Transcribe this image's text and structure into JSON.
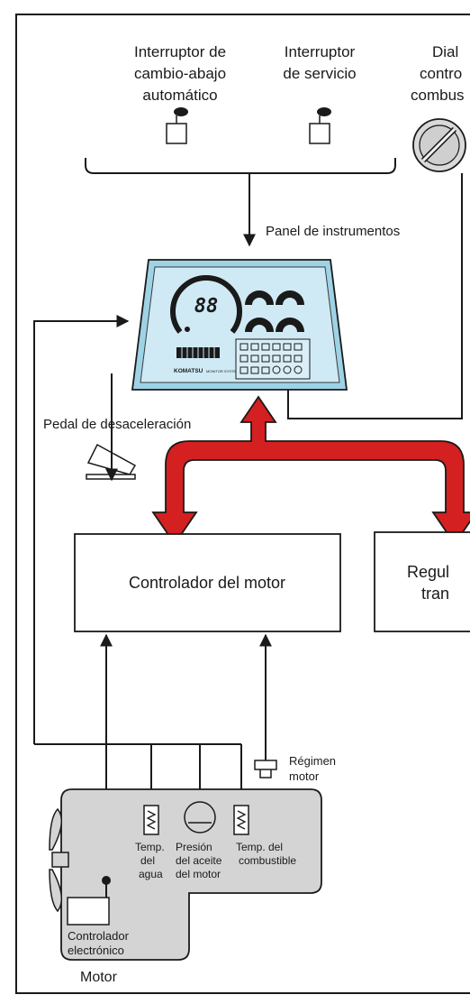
{
  "switches": {
    "left_lines": [
      "Interruptor de",
      "cambio-abajo",
      "automático"
    ],
    "right_lines": [
      "Interruptor",
      "de servicio"
    ]
  },
  "dial": {
    "lines": [
      "Dial",
      "contro",
      "combus"
    ]
  },
  "panel_label": "Panel de instrumentos",
  "panel": {
    "speed_digits": "88",
    "brand": "KOMATSU",
    "subtitle": "MONITOR SYSTEM"
  },
  "pedal_label": "Pedal de desaceleración",
  "controller": {
    "label": "Controlador del motor"
  },
  "regulator": {
    "lines": [
      "Regul",
      "tran"
    ]
  },
  "sensor_rpm": {
    "lines": [
      "Régimen",
      "motor"
    ]
  },
  "engine": {
    "label": "Motor",
    "temp_agua": [
      "Temp.",
      "del",
      "agua"
    ],
    "presion_aceite": [
      "Presión",
      "del aceite",
      "del motor"
    ],
    "temp_combustible": [
      "Temp. del",
      "combustible"
    ],
    "electronic_ctrl": [
      "Controlador",
      "electrónico"
    ]
  },
  "colors": {
    "frame": "#1a1a1a",
    "arrow_red": "#d42020",
    "panel_blue": "#b8e2f0",
    "screen_blue": "#cfeaf5",
    "engine_gray": "#d4d4d4"
  }
}
